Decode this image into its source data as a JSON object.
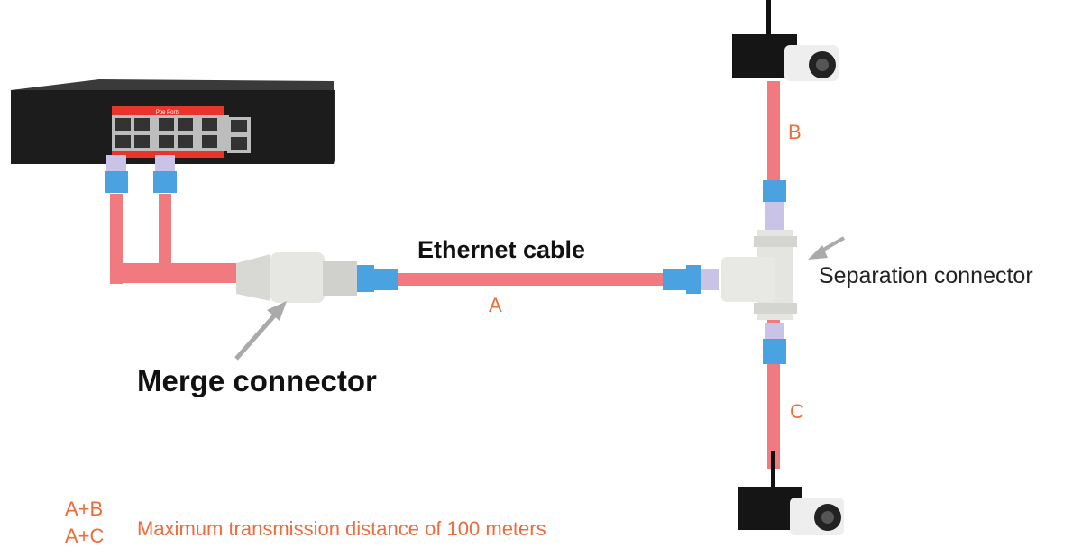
{
  "labels": {
    "ethernet_cable": "Ethernet cable",
    "merge_connector": "Merge connector",
    "separation_connector": "Separation connector",
    "segment_a": "A",
    "segment_b": "B",
    "segment_c": "C",
    "combo_ab": "A+B",
    "combo_ac": "A+C",
    "note": "Maximum transmission distance of 100 meters",
    "switch_panel": "Poe Ports"
  },
  "colors": {
    "cable": "#f07a80",
    "accent_text": "#f06a3a",
    "connector_blue": "#4aa3e0",
    "device_body": "#1c1c1c"
  }
}
